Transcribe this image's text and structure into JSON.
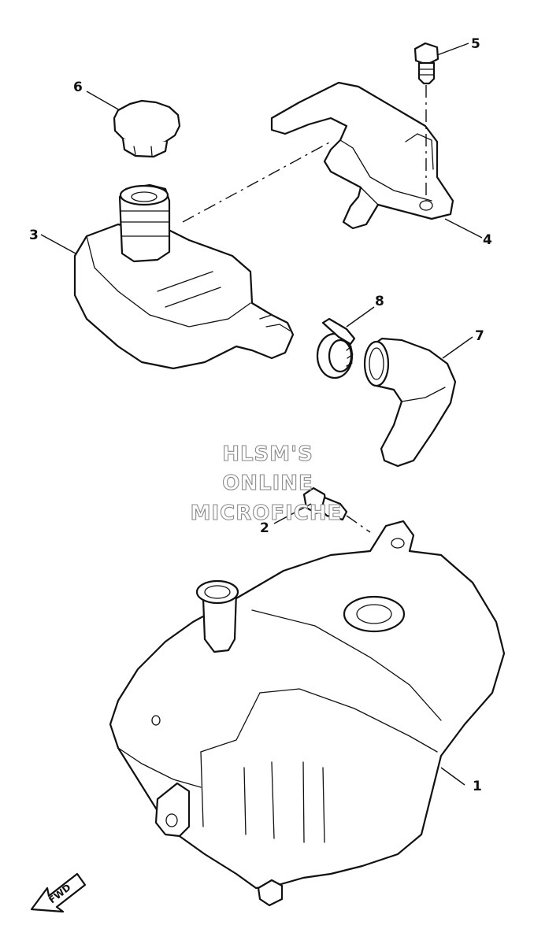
{
  "callouts": {
    "p1": "1",
    "p2": "2",
    "p3": "3",
    "p4": "4",
    "p5": "5",
    "p6": "6",
    "p7": "7",
    "p8": "8"
  },
  "watermark": {
    "line1": "HLSM'S",
    "line2": "ONLINE",
    "line3": "MICROFICHE"
  },
  "direction": {
    "label": "FWD"
  }
}
